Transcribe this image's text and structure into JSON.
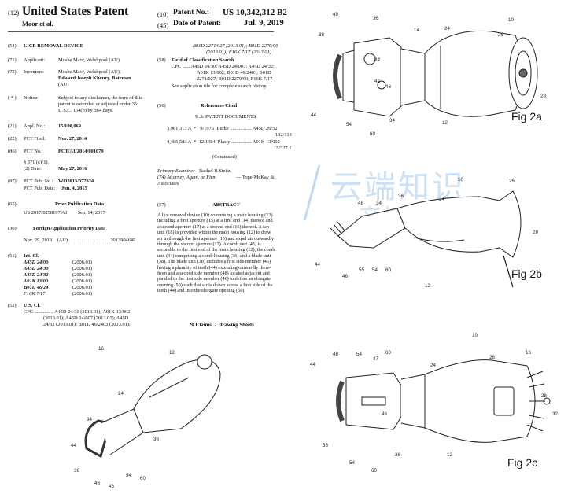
{
  "header": {
    "code12": "(12)",
    "title": "United States Patent",
    "inventor_short": "Maor et al.",
    "code10": "(10)",
    "patent_no_label": "Patent No.:",
    "patent_no": "US 10,342,312 B2",
    "code45": "(45)",
    "date_label": "Date of Patent:",
    "date": "Jul. 9, 2019"
  },
  "biblio": {
    "c54": "(54)",
    "title": "LICE REMOVAL DEVICE",
    "c71": "(71)",
    "applicant_label": "Applicant:",
    "applicant": "Moshe Maor, Welshpool (AU)",
    "c72": "(72)",
    "inventors_label": "Inventors:",
    "inv1": "Moshe Maor, Welshpool (AU);",
    "inv2": "Edward Joseph Khoury, Bateman",
    "inv3": "(AU)",
    "cnotice": "( * )",
    "notice_label": "Notice:",
    "notice1": "Subject to any disclaimer, the term of this",
    "notice2": "patent is extended or adjusted under 35",
    "notice3": "U.S.C. 154(b) by 364 days.",
    "c21": "(21)",
    "appl_label": "Appl. No.:",
    "appl": "15/100,069",
    "c22": "(22)",
    "pct_filed_label": "PCT Filed:",
    "pct_filed": "Nov. 27, 2014",
    "c86": "(86)",
    "pct_no_label": "PCT No.:",
    "pct_no": "PCT/AU2014/001079",
    "s371": "§ 371 (c)(1),",
    "s371_date_label": "(2) Date:",
    "s371_date": "May 27, 2016",
    "c87": "(87)",
    "pct_pub_no_label": "PCT Pub. No.:",
    "pct_pub_no": "WO2015/077824",
    "pct_pub_date_label": "PCT Pub. Date:",
    "pct_pub_date": "Jun. 4, 2015",
    "c65": "(65)",
    "prior_pub_title": "Prior Publication Data",
    "prior_pub": "US 2017/0258197 A1        Sep. 14, 2017",
    "c30": "(30)",
    "foreign_title": "Foreign Application Priority Data",
    "foreign": "Nov. 29, 2013    (AU) ................................ 2013904649",
    "c51": "(51)",
    "intcl_label": "Int. Cl.",
    "intcl": [
      {
        "code": "A45D 24/00",
        "ver": "(2006.01)"
      },
      {
        "code": "A45D 24/30",
        "ver": "(2006.01)"
      },
      {
        "code": "A45D 24/32",
        "ver": "(2006.01)"
      },
      {
        "code": "A01K 13/00",
        "ver": "(2006.01)"
      },
      {
        "code": "B01D 46/24",
        "ver": "(2006.01)"
      },
      {
        "code": "F16K 7/17",
        "ver": "(2006.01)"
      }
    ],
    "c52": "(52)",
    "uscl_label": "U.S. Cl.",
    "cpc1": "CPC ............... A45D 24/30 (2013.01); A01K 13/002",
    "cpc2": "(2013.01); A45D 24/007 (2013.01); A45D",
    "cpc3": "24/32 (2013.01); B01D 46/2403 (2013.01);"
  },
  "right": {
    "cont1": "B01D 2271/027 (2013.01); B01D 2279/00",
    "cont2": "(2013.01); F16K 7/17 (2013.01)",
    "c58": "(58)",
    "field_title": "Field of Classification Search",
    "field1": "CPC ...... A45D 24/30; A45D 24/007; A45D 24/32;",
    "field2": "A01K 13/002; B01D 46/2403; B01D",
    "field3": "2271/027; B01D 2279/00; F16K 7/17",
    "field4": "See application file for complete search history.",
    "c56": "(56)",
    "refs_title": "References Cited",
    "usdocs_title": "U.S. PATENT DOCUMENTS",
    "ref1a": "3,981,313 A  *   9/1976  Burke ................. A45D 20/52",
    "ref1b": "132/118",
    "ref2a": "4,485,583 A  *  12/1984  Plasty ................ A01K 13/002",
    "ref2b": "15/327.1",
    "continued": "(Continued)",
    "examiner_label": "Primary Examiner",
    "examiner": "— Rachel R Steitz",
    "attorney_label": "(74) Attorney, Agent, or Firm",
    "attorney": "— Tope-McKay &",
    "attorney2": "Associates",
    "c57": "(57)",
    "abstract_title": "ABSTRACT",
    "abstract": [
      "A lice removal device (10) comprising a main housing (12)",
      "including a first aperture (15) at a first end (14) thereof and",
      "a second aperture (17) at a second end (16) thereof. A fan",
      "unit (18) is provided within the main housing (12) to draw",
      "air in through the first aperture (15) and expel air outwardly",
      "through the second aperture (17). A comb unit (43) is",
      "securable to the first end of the main housing (12), the comb",
      "unit (34) comprising a comb housing (36) and a blade unit",
      "(38). The blade unit (38) includes a first side member (46)",
      "having a plurality of teeth (44) extending outwardly there-",
      "from and a second side member (48) located adjacent and",
      "parallel to the first side member (46) to define an elongate",
      "opening (50) such that air is drawn across a first side of the",
      "teeth (44) and into the elongate opening (50)."
    ],
    "claims": "20 Claims, 7 Drawing Sheets"
  },
  "figures": {
    "fig2a": "Fig 2a",
    "fig2b": "Fig 2b",
    "fig2c": "Fig 2c",
    "a_refs": [
      "49",
      "36",
      "10",
      "38",
      "63",
      "14",
      "24",
      "26",
      "42",
      "48",
      "28",
      "44",
      "54",
      "60",
      "34",
      "12"
    ],
    "b_refs": [
      "10",
      "26",
      "48",
      "34",
      "36",
      "24",
      "44",
      "46",
      "55",
      "54",
      "60",
      "12",
      "28"
    ],
    "c_refs": [
      "10",
      "48",
      "54",
      "47",
      "60",
      "24",
      "26",
      "16",
      "44",
      "46",
      "38",
      "54",
      "60",
      "36",
      "12",
      "32",
      "28"
    ],
    "front_refs": [
      "16",
      "12",
      "24",
      "34",
      "36",
      "44",
      "38",
      "46",
      "48",
      "54",
      "60"
    ]
  },
  "watermark": {
    "line1": "云端知识",
    "line2": "产权大平台"
  }
}
